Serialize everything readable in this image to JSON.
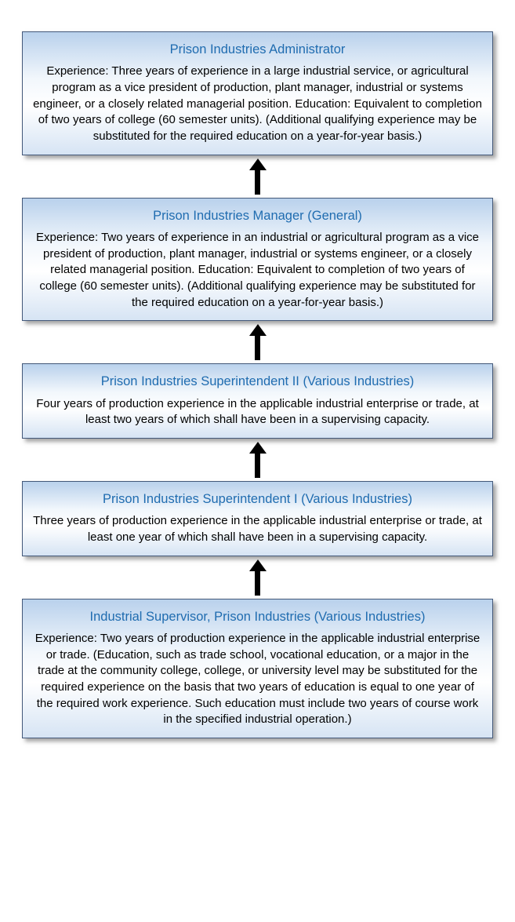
{
  "colors": {
    "title_blue": "#1f6cb0",
    "box_border": "#44597a",
    "arrow_color": "#000000",
    "grad_top": "#b9d1ec",
    "grad_mid": "#f2f7fc",
    "grad_bottom": "#d6e4f4",
    "page_bg": "#ffffff"
  },
  "diagram": {
    "type": "career-ladder-flowchart",
    "direction": "bottom-to-top",
    "boxes": [
      {
        "title": "Prison Industries Administrator",
        "body": "Experience: Three years of experience in a large industrial service, or agricultural program as a vice president of production, plant manager, industrial or systems engineer, or a closely related managerial position. Education: Equivalent to completion of two years of college (60 semester units). (Additional qualifying experience may be substituted for the required education on a year-for-year basis.)"
      },
      {
        "title": "Prison Industries Manager (General)",
        "body": "Experience: Two years of experience in an industrial or agricultural program as a vice president of production, plant manager, industrial or systems engineer, or a closely related managerial position. Education: Equivalent to completion of two years of college (60 semester units). (Additional qualifying experience may be substituted for the required education on a year-for-year basis.)"
      },
      {
        "title": "Prison Industries Superintendent II (Various Industries)",
        "body": "Four years of production experience in the applicable industrial enterprise or trade, at least two years of which shall have been in a supervising capacity."
      },
      {
        "title": "Prison Industries Superintendent I (Various Industries)",
        "body": "Three years of production experience in the applicable industrial enterprise or trade, at least one year of which shall have been in a supervising capacity."
      },
      {
        "title": "Industrial Supervisor, Prison Industries (Various Industries)",
        "body": "Experience: Two years of production experience in the applicable industrial enterprise or trade. (Education, such as trade school, vocational education, or a major in the trade at the community college, college, or university level may be substituted for the required experience on the basis that two years of education is equal to one year of the required work experience. Such education must include two years of course work in the specified industrial operation.)"
      }
    ]
  }
}
